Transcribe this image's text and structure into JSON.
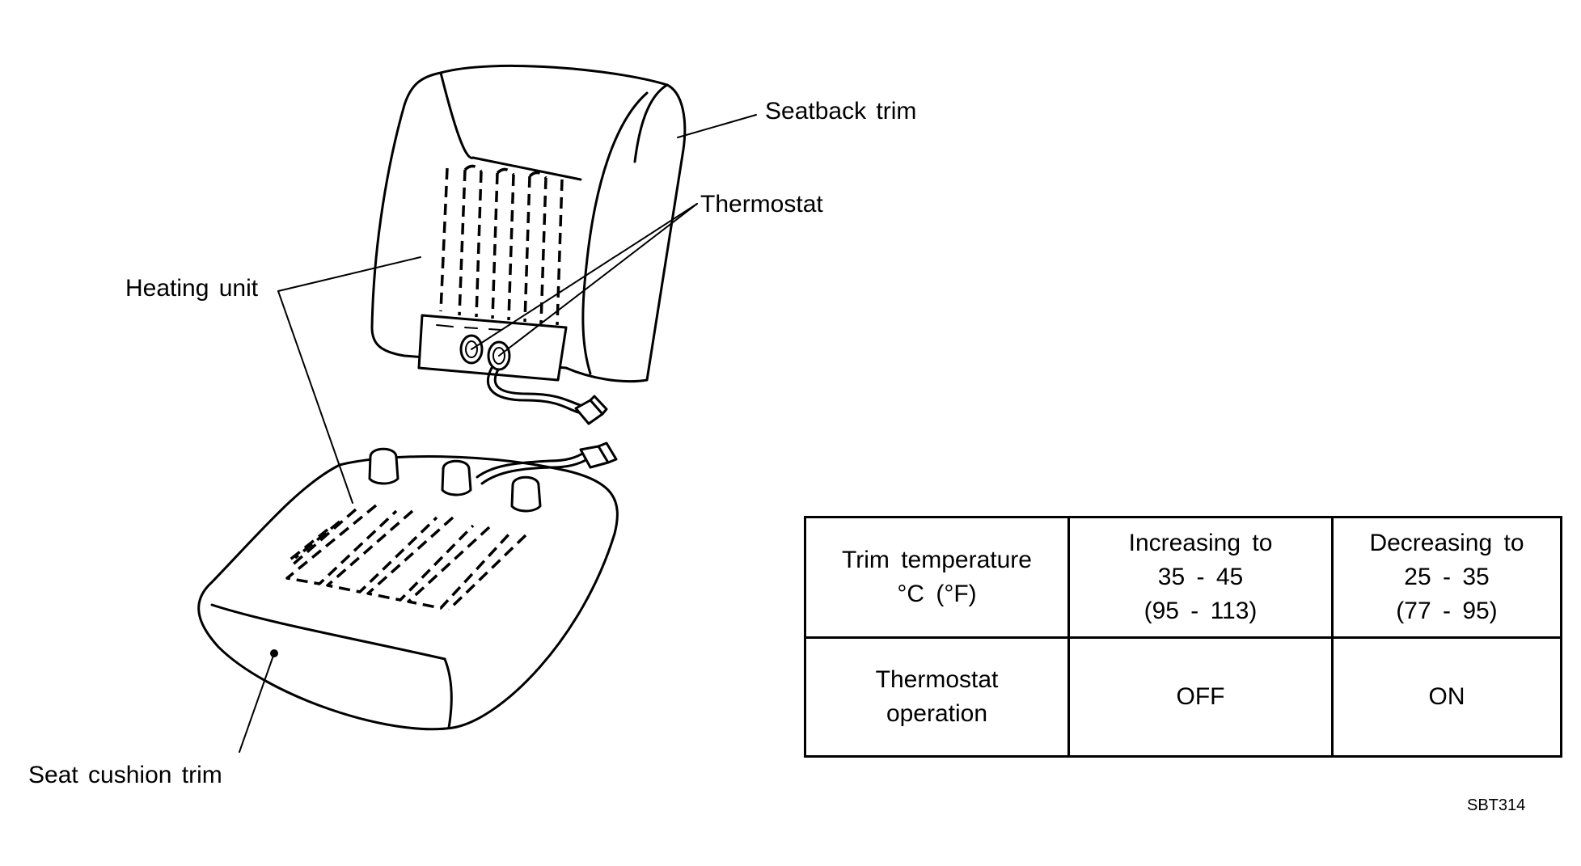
{
  "labels": {
    "seatback_trim": "Seatback trim",
    "thermostat": "Thermostat",
    "heating_unit": "Heating unit",
    "seat_cushion_trim": "Seat cushion trim"
  },
  "table": {
    "rows": [
      {
        "header": [
          "Trim temperature",
          "°C (°F)"
        ],
        "cells": [
          [
            "Increasing to",
            "35 - 45",
            "(95 - 113)"
          ],
          [
            "Decreasing to",
            "25 - 35",
            "(77 - 95)"
          ]
        ]
      },
      {
        "header": [
          "Thermostat",
          "operation"
        ],
        "cells": [
          [
            "OFF"
          ],
          [
            "ON"
          ]
        ]
      }
    ]
  },
  "figure_code": "SBT314"
}
